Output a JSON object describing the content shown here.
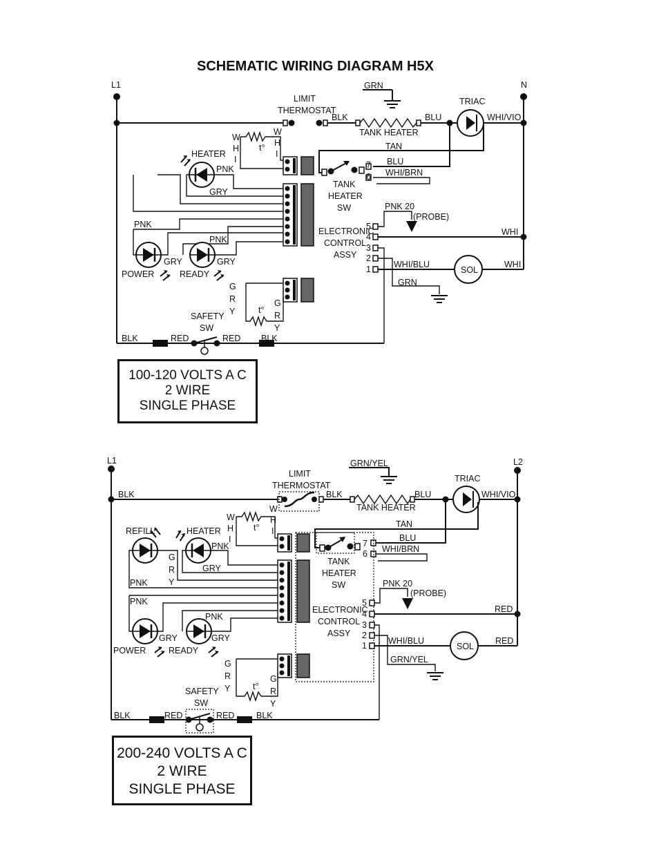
{
  "title": "SCHEMATIC WIRING DIAGRAM H5X",
  "top": {
    "l1": "L1",
    "n": "N",
    "grn": "GRN",
    "limit": "LIMIT",
    "thermostat": "THERMOSTAT",
    "blk": "BLK",
    "tank_heater": "TANK HEATER",
    "blu": "BLU",
    "triac": "TRIAC",
    "whi_vio": "WHI/VIO",
    "w1": "W",
    "h1": "H",
    "i1": "I",
    "w2": "W",
    "h2": "H",
    "i2": "I",
    "t_deg": "t°",
    "heater": "HEATER",
    "pnk": "PNK",
    "gry": "GRY",
    "tan": "TAN",
    "blu2": "BLU",
    "whi_brn": "WHI/BRN",
    "n7": "7",
    "n6": "6",
    "n5": "5",
    "n4": "4",
    "n3": "3",
    "n2": "2",
    "n1": "1",
    "tank": "TANK",
    "heater_sw": "HEATER",
    "sw": "SW",
    "pnk20": "PNK 20",
    "probe": "(PROBE)",
    "electronic": "ELECTRONIC",
    "control": "CONTROL",
    "assy": "ASSY",
    "whi": "WHI",
    "whi_blu": "WHI/BLU",
    "sol": "SOL",
    "whi2": "WHI",
    "grn2": "GRN",
    "pnk_left": "PNK",
    "pnk_ready": "PNK",
    "gry_power": "GRY",
    "gry_ready": "GRY",
    "power": "POWER",
    "ready": "READY",
    "g": "G",
    "r": "R",
    "y": "Y",
    "g2": "G",
    "r2": "R",
    "y2": "Y",
    "t_deg2": "t°",
    "safety": "SAFETY",
    "safety_sw": "SW",
    "blk_l": "BLK",
    "red_l": "RED",
    "red_r": "RED",
    "blk_r": "BLK",
    "box": [
      "100-120 VOLTS A C",
      "2 WIRE",
      "SINGLE PHASE"
    ]
  },
  "bottom": {
    "l1": "L1",
    "l2": "L2",
    "grn_yel": "GRN/YEL",
    "limit": "LIMIT",
    "thermostat": "THERMOSTAT",
    "blk": "BLK",
    "blk2": "BLK",
    "tank_heater": "TANK HEATER",
    "blu": "BLU",
    "triac": "TRIAC",
    "whi_vio": "WHI/VIO",
    "w1": "W",
    "h1": "H",
    "i1": "I",
    "w2": "W",
    "h2": "H",
    "i2": "I",
    "t_deg": "t°",
    "refill": "REFILL",
    "heater": "HEATER",
    "pnk": "PNK",
    "g": "G",
    "r": "R",
    "y": "Y",
    "gry": "GRY",
    "tan": "TAN",
    "blu2": "BLU",
    "whi_brn": "WHI/BRN",
    "n7": "7",
    "n6": "6",
    "n5": "5",
    "n4": "4",
    "n3": "3",
    "n2": "2",
    "n1": "1",
    "tank": "TANK",
    "heater_sw": "HEATER",
    "sw": "SW",
    "pnk20": "PNK 20",
    "probe": "(PROBE)",
    "electronic": "ELECTRONIC",
    "control": "CONTROL",
    "assy": "ASSY",
    "red": "RED",
    "whi_blu": "WHI/BLU",
    "sol": "SOL",
    "red2": "RED",
    "grn_yel2": "GRN/YEL",
    "pnk_refill": "PNK",
    "pnk_power": "PNK",
    "pnk_ready": "PNK",
    "gry_power": "GRY",
    "gry_ready": "GRY",
    "power": "POWER",
    "ready": "READY",
    "g2": "G",
    "r2": "R",
    "y2": "Y",
    "g3": "G",
    "r3": "R",
    "y3": "Y",
    "t_deg2": "t°",
    "safety": "SAFETY",
    "safety_sw": "SW",
    "blk_l": "BLK",
    "red_l": "RED",
    "red_r": "RED",
    "blk_r": "BLK",
    "box": [
      "200-240 VOLTS A C",
      "2 WIRE",
      "SINGLE PHASE"
    ]
  }
}
